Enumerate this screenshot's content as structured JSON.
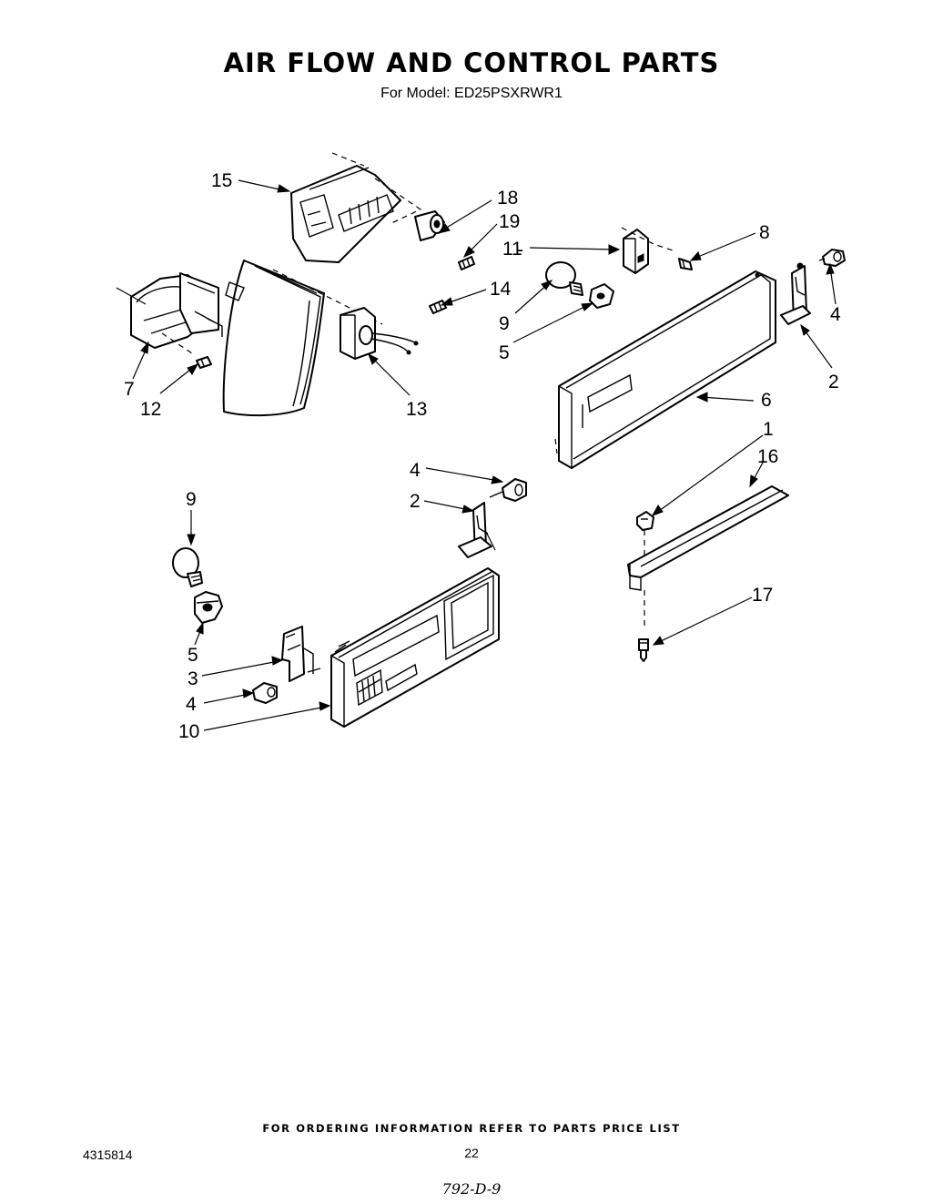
{
  "header": {
    "title": "AIR FLOW AND CONTROL PARTS",
    "model_line": "For Model: ED25PSXRWR1"
  },
  "callouts": {
    "c1": "1",
    "c2a": "2",
    "c2b": "2",
    "c3": "3",
    "c4a": "4",
    "c4b": "4",
    "c4c": "4",
    "c5a": "5",
    "c5b": "5",
    "c6": "6",
    "c7": "7",
    "c8": "8",
    "c9a": "9",
    "c9b": "9",
    "c10": "10",
    "c11": "11",
    "c12": "12",
    "c13": "13",
    "c14": "14",
    "c15": "15",
    "c16": "16",
    "c17": "17",
    "c18": "18",
    "c19": "19"
  },
  "footer": {
    "ordering_note": "FOR ORDERING INFORMATION REFER TO PARTS PRICE LIST",
    "doc_number": "4315814",
    "page_number": "22",
    "handwritten_note": "792-D-9"
  }
}
